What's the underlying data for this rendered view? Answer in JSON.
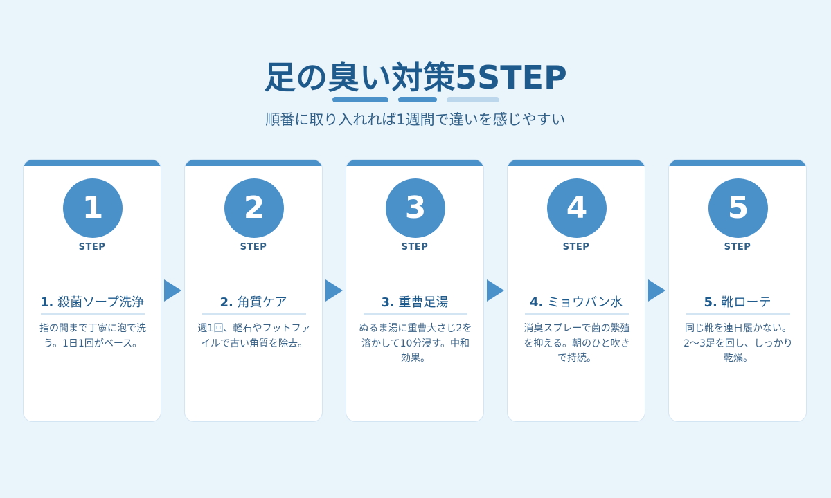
{
  "header": {
    "title": "足の臭い対策5STEP",
    "subtitle": "順番に取り入れれば1週間で違いを感じやすい"
  },
  "colors": {
    "primary": "#4A90C9",
    "dark_text": "#1E5A8C",
    "light_accent": "#BCD7EC",
    "background": "#EAF4FB"
  },
  "steps": [
    {
      "number": "1",
      "step_label": "STEP",
      "num_prefix": "1.",
      "title": "殺菌ソープ洗浄",
      "body": "指の間まで丁寧に泡で洗う。1日1回がベース。"
    },
    {
      "number": "2",
      "step_label": "STEP",
      "num_prefix": "2.",
      "title": "角質ケア",
      "body": "週1回、軽石やフットファイルで古い角質を除去。"
    },
    {
      "number": "3",
      "step_label": "STEP",
      "num_prefix": "3.",
      "title": "重曹足湯",
      "body": "ぬるま湯に重曹大さじ2を溶かして10分浸す。中和効果。"
    },
    {
      "number": "4",
      "step_label": "STEP",
      "num_prefix": "4.",
      "title": "ミョウバン水",
      "body": "消臭スプレーで菌の繁殖を抑える。朝のひと吹きで持続。"
    },
    {
      "number": "5",
      "step_label": "STEP",
      "num_prefix": "5.",
      "title": "靴ローテ",
      "body": "同じ靴を連日履かない。2〜3足を回し、しっかり乾燥。"
    }
  ]
}
